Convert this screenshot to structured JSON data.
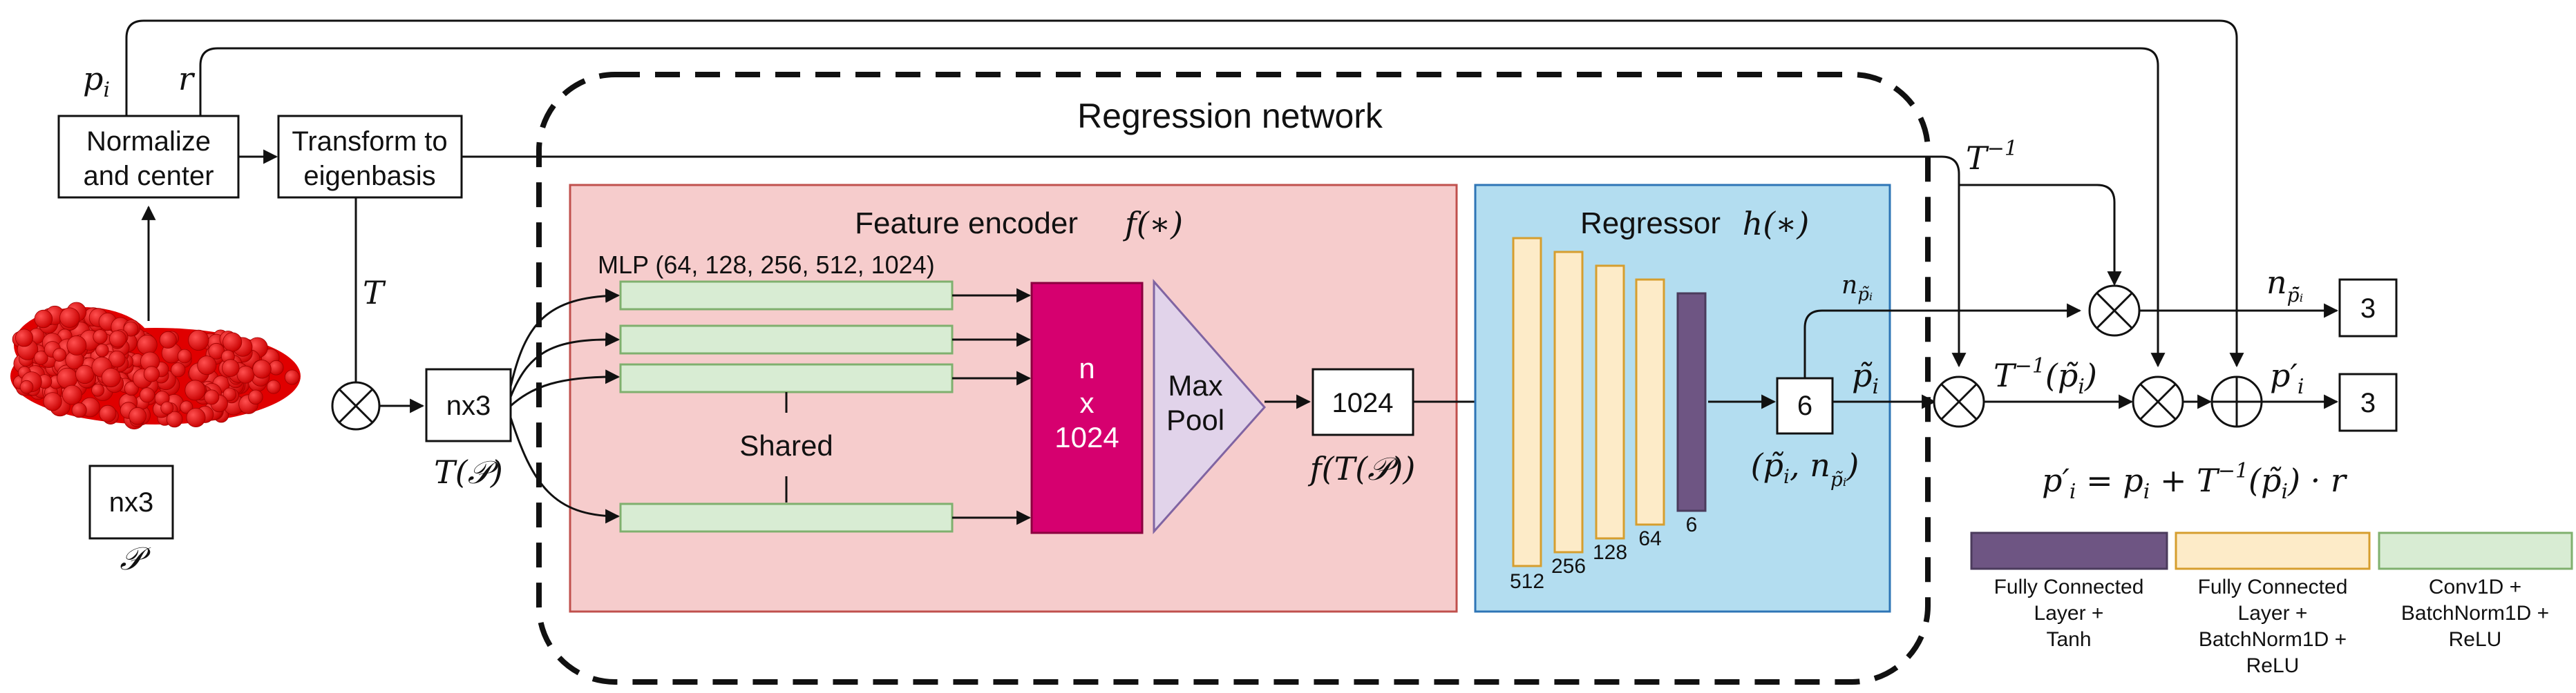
{
  "inputs": {
    "normalize": [
      "Normalize",
      "and center"
    ],
    "transform": [
      "Transform to",
      "eigenbasis"
    ],
    "cloud_box": "nx3",
    "cloud_sym": "P",
    "nx3_box": "nx3",
    "tp_label": "T(P)",
    "T_label": "T",
    "pi_label": "p_i",
    "r_label": "r"
  },
  "regression": {
    "title": "Regression network"
  },
  "encoder": {
    "title": "Feature encoder",
    "title_math": "f(∗)",
    "mlp_label": "MLP (64, 128, 256, 512, 1024)",
    "shared": "Shared",
    "block_lines": [
      "n",
      "x",
      "1024"
    ],
    "maxpool": [
      "Max",
      "Pool"
    ],
    "feature_box": "1024",
    "feature_label": "f(T(P))"
  },
  "regressor": {
    "title": "Regressor",
    "title_math": "h(∗)",
    "layer_sizes": [
      "512",
      "256",
      "128",
      "64",
      "6"
    ],
    "out_box": "6",
    "out_pair": "(p̃ᵢ, n_p̃ᵢ)"
  },
  "outputs": {
    "tinv": "T⁻¹",
    "n_label": "n_p̃ᵢ",
    "ptilde": "p̃ᵢ",
    "tinv_p": "T⁻¹(p̃ᵢ)",
    "n_out": "n_p̄̃ᵢ",
    "p_prime": "p′ᵢ",
    "box_n": "3",
    "box_p": "3",
    "formula": "p′ᵢ = pᵢ + T⁻¹(p̃ᵢ) · r"
  },
  "legend": {
    "items": [
      {
        "lines": [
          "Fully Connected",
          "Layer +",
          "Tanh"
        ],
        "color": "#6e5583"
      },
      {
        "lines": [
          "Fully Connected",
          "Layer +",
          "BatchNorm1D +",
          "ReLU"
        ],
        "color": "#fdebc8"
      },
      {
        "lines": [
          "Conv1D +",
          "BatchNorm1D +",
          "ReLU"
        ],
        "color": "#d8ecd3"
      }
    ]
  },
  "colors": {
    "encoder_bg": "#f6cccc",
    "encoder_border": "#c0504d",
    "regressor_bg": "#b3ddf0",
    "regressor_border": "#2e75b6",
    "block": "#d6006f",
    "maxpool": "#e1d3ea",
    "conv": "#d8ecd3",
    "fc": "#fdebc8",
    "fc_border": "#d69e2e",
    "tanh": "#6e5583",
    "cloud": "#ff0000"
  }
}
